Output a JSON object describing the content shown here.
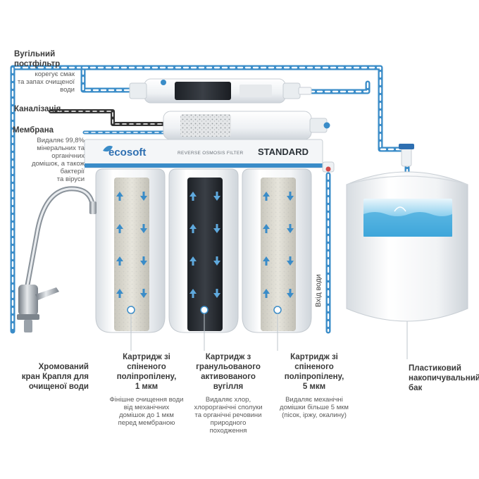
{
  "colors": {
    "flow": "#3a8cc8",
    "drain": "#333333",
    "tube": "#f2f4f6",
    "carbon": "#2a2e33",
    "housing": "#eef1f4",
    "water": "#5bb7e3"
  },
  "icons": {
    "faucet": "chrome-faucet-icon",
    "tank": "storage-tank-icon"
  },
  "panel": {
    "brand": "ecosoft",
    "subtitle": "REVERSE OSMOSIS FILTER",
    "model": "STANDARD"
  },
  "labels": {
    "postfilter": {
      "title_lines": [
        "Вугільний",
        "постфільтр"
      ],
      "desc_lines": [
        "корегує смак",
        "та запах очищеної",
        "води"
      ]
    },
    "drain": {
      "title_lines": [
        "Каналізація"
      ]
    },
    "membrane": {
      "title_lines": [
        "Мембрана"
      ],
      "desc_lines": [
        "Видаляє 99,8%",
        "мінеральних та",
        "органічних",
        "домішок, а також бактерії",
        "та віруси"
      ]
    },
    "water_inlet": {
      "title_lines": [
        "Вхід води"
      ]
    },
    "faucet": {
      "title_lines": [
        "Хромований",
        "кран Крапля для",
        "очищеної води"
      ]
    },
    "cartridge1": {
      "title_lines": [
        "Картридж зі",
        "спіненого",
        "поліпропілену,",
        "1 мкм"
      ],
      "desc_lines": [
        "Фінішне очищення води",
        "від механічних",
        "домішок до 1 мкм",
        "перед мембраною"
      ]
    },
    "cartridge2": {
      "title_lines": [
        "Картридж з",
        "гранульованого",
        "активованого",
        "вугілля"
      ],
      "desc_lines": [
        "Видаляє хлор,",
        "хлорорганічні сполуки",
        "та органічні речовини",
        "природного",
        "походження"
      ]
    },
    "cartridge3": {
      "title_lines": [
        "Картридж зі",
        "спіненого",
        "поліпропілену,",
        "5 мкм"
      ],
      "desc_lines": [
        "Видаляє механічні",
        "домішки більше 5 мкм",
        "(пісок, іржу, окалину)"
      ]
    },
    "tank": {
      "title_lines": [
        "Пластиковий",
        "накопичувальний",
        "бак"
      ]
    }
  }
}
